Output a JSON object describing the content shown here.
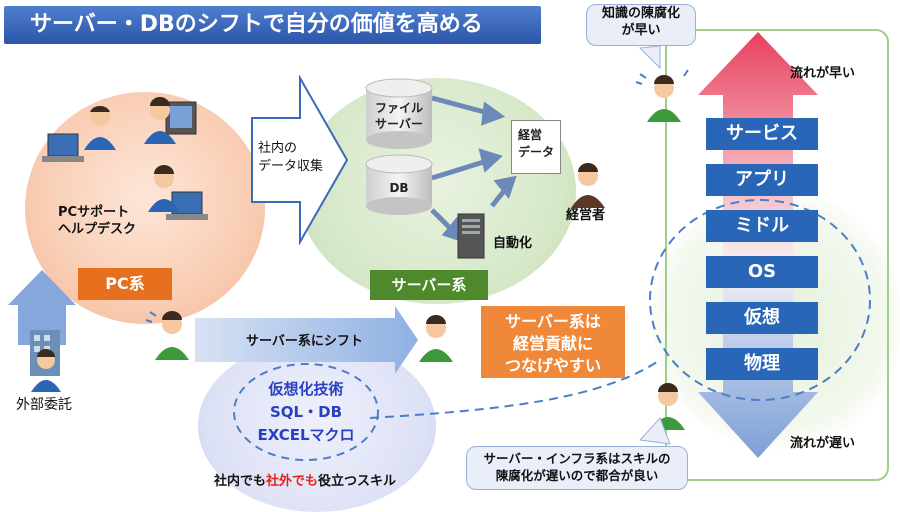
{
  "title": "サーバー・DBのシフトで自分の価値を高める",
  "bubble_top": [
    "知識の陳腐化",
    "が早い"
  ],
  "pc_area": {
    "desc": [
      "PCサポート",
      "ヘルプデスク"
    ],
    "label": "PC系"
  },
  "outsource_label": "外部委託",
  "collect_arrow": [
    "社内の",
    "データ収集"
  ],
  "server_area": {
    "file_server": [
      "ファイル",
      "サーバー"
    ],
    "db": "DB",
    "automation": "自動化",
    "report": [
      "経営",
      "データ"
    ],
    "manager": "経営者",
    "label": "サーバー系"
  },
  "orange_box": [
    "サーバー系は",
    "経営貢献に",
    "つなげやすい"
  ],
  "shift_label": "サーバー系にシフト",
  "skills": [
    "仮想化技術",
    "SQL・DB",
    "EXCELマクロ"
  ],
  "skill_caption": {
    "prefix": "社内でも",
    "highlight": "社外でも",
    "suffix": "役立つスキル",
    "highlight_color": "#e3231b"
  },
  "speed": {
    "fast": "流れが早い",
    "slow": "流れが遅い"
  },
  "layers": [
    "サービス",
    "アプリ",
    "ミドル",
    "OS",
    "仮想",
    "物理"
  ],
  "bubble_bottom": [
    "サーバー・インフラ系はスキルの",
    "陳腐化が遅いので都合が良い"
  ],
  "colors": {
    "title_bg": "#3b68bf",
    "layer_blue": "#2a66b8",
    "pc_orange": "#e6701e",
    "server_green": "#4e8a2c",
    "arrow_top": "#e84060",
    "arrow_bottom": "#7d9fd6"
  }
}
